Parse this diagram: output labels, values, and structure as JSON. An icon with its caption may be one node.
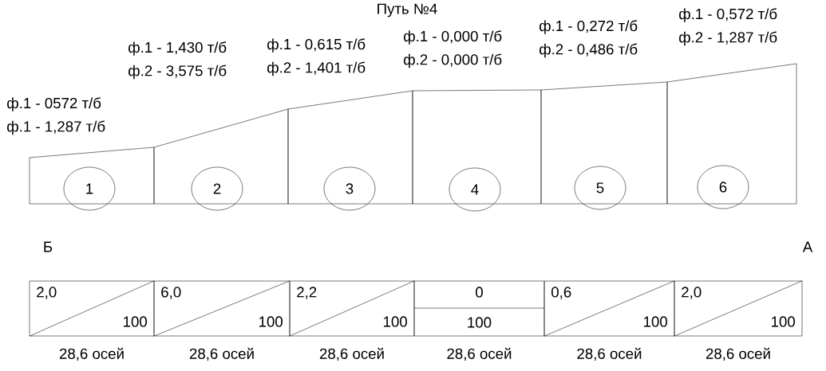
{
  "diagram": {
    "title": "Путь №4",
    "nodes": [
      {
        "text": [
          "ф.1 - 0572 т/б",
          "ф.1 - 1,287 т/б"
        ]
      },
      {
        "text": [
          "1"
        ],
        "in": 0
      },
      {
        "text": [
          "ф.1 - 1,430 т/б",
          "ф.2 - 3,575 т/б"
        ]
      },
      {
        "text": [
          "2"
        ],
        "in": 2
      },
      {
        "text": [
          "ф.1 - 0,615 т/б",
          "ф.2 - 1,401 т/б"
        ]
      },
      {
        "text": [
          "3"
        ],
        "in": 4
      },
      {
        "text": [
          "ф.1 - 0,000 т/б",
          "ф.2 - 0,000 т/б"
        ]
      },
      {
        "text": [
          "4"
        ],
        "in": 6
      },
      {
        "text": [
          "ф.1 - 0,272 т/б",
          "ф.2 - 0,486 т/б"
        ]
      },
      {
        "text": [
          "5"
        ],
        "in": 8
      },
      {
        "text": [
          "ф.1 - 0,572 т/б",
          "ф.2 - 1,287 т/б"
        ]
      },
      {
        "text": [
          "6"
        ],
        "in": 10
      },
      {
        "text": [
          "2,0",
          "100"
        ],
        "beside": [
          "28,6 осей"
        ]
      },
      {
        "text": [
          "6,0",
          "100"
        ],
        "beside": [
          "28,6 осей"
        ]
      },
      {
        "text": [
          "2,2",
          "100"
        ],
        "beside": [
          "28,6 осей"
        ]
      },
      {
        "text": [
          "0",
          "100"
        ],
        "beside": [
          "28,6 осей"
        ]
      },
      {
        "text": [
          "0,6",
          "100"
        ],
        "beside": [
          "28,6 осей"
        ]
      },
      {
        "text": [
          "2,0",
          "100"
        ],
        "beside": [
          "28,6 осей"
        ]
      }
    ],
    "labels": [
      "Б",
      "А"
    ]
  }
}
